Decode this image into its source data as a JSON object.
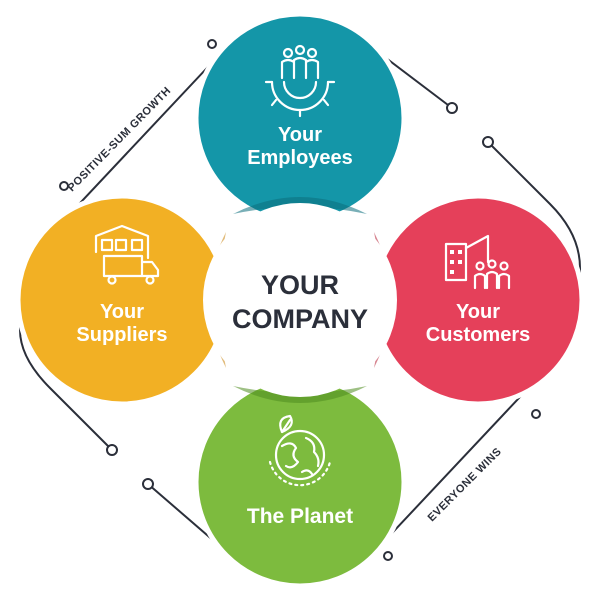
{
  "center": {
    "line1": "YOUR",
    "line2": "COMPANY"
  },
  "nodes": {
    "employees": {
      "line1": "Your",
      "line2": "Employees",
      "color": "#1496a8",
      "icon": "employees-gear-icon"
    },
    "suppliers": {
      "line1": "Your",
      "line2": "Suppliers",
      "color": "#f2b024",
      "icon": "warehouse-truck-icon"
    },
    "customers": {
      "line1": "Your",
      "line2": "Customers",
      "color": "#e5405a",
      "icon": "buildings-people-icon"
    },
    "planet": {
      "line1": "The Planet",
      "color": "#7dbb3e",
      "icon": "globe-leaf-icon"
    }
  },
  "ring_labels": {
    "top_left": "POSITIVE-SUM GROWTH",
    "bottom_right": "EVERYONE WINS"
  }
}
